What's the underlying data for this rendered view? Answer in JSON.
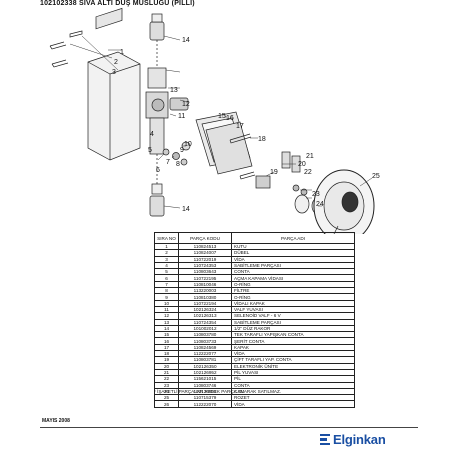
{
  "title": "102102338 SIVA ALTI DUŞ MUSLUĞU (PİLLİ)",
  "part_labels": [
    "1",
    "2",
    "3",
    "4",
    "5",
    "6",
    "7",
    "8",
    "9",
    "10",
    "11",
    "12",
    "13",
    "14",
    "14",
    "15",
    "16",
    "17",
    "18",
    "19",
    "20",
    "21",
    "22",
    "23",
    "24",
    "25",
    "26"
  ],
  "table": {
    "header_no": "SIRA NO",
    "header_code": "PARÇA KODU",
    "header_name": "PARÇA ADI",
    "rows": [
      {
        "no": "1",
        "code": "110824513",
        "name": "KUTU"
      },
      {
        "no": "2",
        "code": "110824007",
        "name": "DÜBEL"
      },
      {
        "no": "3",
        "code": "110722019",
        "name": "VİDA"
      },
      {
        "no": "4",
        "code": "110724353",
        "name": "SABİTLEME PARÇASI"
      },
      {
        "no": "5",
        "code": "110803643",
        "name": "CONTA"
      },
      {
        "no": "6",
        "code": "110722195",
        "name": "AÇMA KAPAMA VİDASI"
      },
      {
        "no": "7",
        "code": "110810046",
        "name": "O-RİNG"
      },
      {
        "no": "8",
        "code": "113220003",
        "name": "FİLTRE"
      },
      {
        "no": "9",
        "code": "110810380",
        "name": "O-RİNG"
      },
      {
        "no": "10",
        "code": "110722194",
        "name": "VİDALI KAPAK"
      },
      {
        "no": "11",
        "code": "102126324",
        "name": "VALF YUVASI"
      },
      {
        "no": "12",
        "code": "102126313",
        "name": "SELENOİD VALF - 6 V"
      },
      {
        "no": "13",
        "code": "110724354",
        "name": "SABİTLEME PARÇASI"
      },
      {
        "no": "14",
        "code": "101002012",
        "name": "1/2\" DÜZ RAKOR"
      },
      {
        "no": "15",
        "code": "110803780",
        "name": "TEK TARAFLI YAPIŞKAN CONTA"
      },
      {
        "no": "16",
        "code": "110803733",
        "name": "ŞERİT CONTA"
      },
      {
        "no": "17",
        "code": "110824569",
        "name": "KAPAK"
      },
      {
        "no": "18",
        "code": "112222077",
        "name": "VİDA"
      },
      {
        "no": "19",
        "code": "110803781",
        "name": "ÇİFT TARAFLI YAP. CONTA"
      },
      {
        "no": "20",
        "code": "102126350",
        "name": "ELEKTRONİK ÜNİTE"
      },
      {
        "no": "21",
        "code": "102126952",
        "name": "PİL YUVASI"
      },
      {
        "no": "22",
        "code": "115621015",
        "name": "PİL"
      },
      {
        "no": "23",
        "code": "110803746",
        "name": "CONTA"
      },
      {
        "no": "24",
        "code": "102126951",
        "name": "CAM"
      },
      {
        "no": "25",
        "code": "110715379",
        "name": "ROZET"
      },
      {
        "no": "26",
        "code": "112222070",
        "name": "VİDA"
      }
    ]
  },
  "footnote": "* İŞARETLİ PARÇALAR YEDEK PARÇA OLARAK SATILMAZ.",
  "footer_date": "MAYIS 2008",
  "brand": "Elginkan",
  "colors": {
    "brand_blue": "#1a4fa3",
    "line": "#222222"
  }
}
